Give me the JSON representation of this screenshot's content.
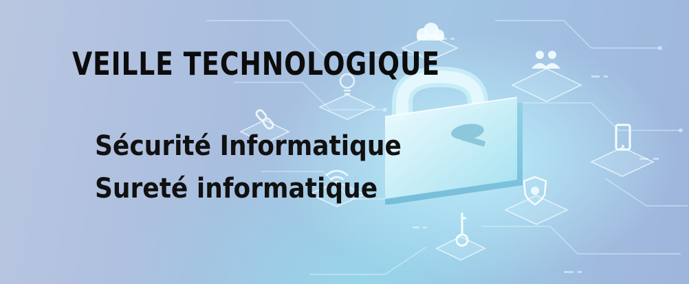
{
  "banner": {
    "title": "VEILLE TECHNOLOGIQUE",
    "subtitles": [
      "Sécurité Informatique",
      "Sureté informatique"
    ]
  },
  "icons": [
    "cloud-icon",
    "users-icon",
    "padlock-icon",
    "smartphone-icon",
    "shield-icon",
    "key-icon",
    "chain-link-icon",
    "wifi-icon",
    "lightbulb-icon"
  ],
  "colors": {
    "background": "#a9bedf",
    "accent": "#e8fbff",
    "text": "#0c0c0c"
  }
}
